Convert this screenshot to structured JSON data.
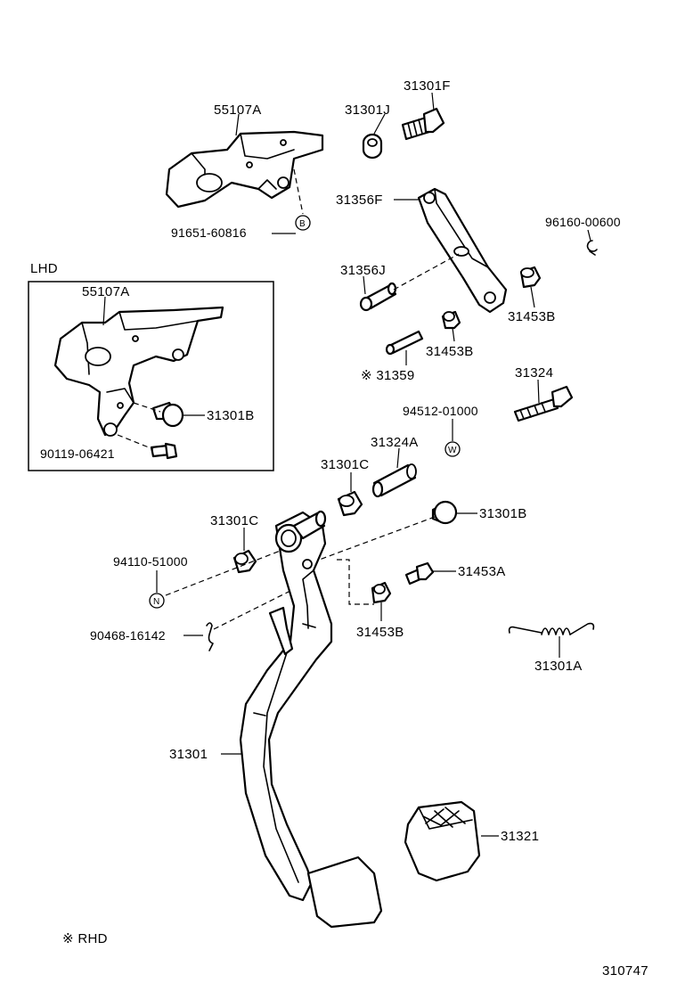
{
  "labels": {
    "p55107a_top": "55107A",
    "p31301j": "31301J",
    "p31301f": "31301F",
    "p91651": "91651-60816",
    "p31356f": "31356F",
    "p96160": "96160-00600",
    "p31356j": "31356J",
    "p31453b_a": "31453B",
    "p31453b_b": "31453B",
    "p31359": "※ 31359",
    "p31324": "31324",
    "p94512": "94512-01000",
    "p31324a": "31324A",
    "p31301c_a": "31301C",
    "p31301b_a": "31301B",
    "p31301c_b": "31301C",
    "p94110": "94110-51000",
    "p31453a": "31453A",
    "p90468": "90468-16142",
    "p31453b_c": "31453B",
    "p31301a": "31301A",
    "p31301": "31301",
    "p31321": "31321",
    "lhd_title": "LHD",
    "lhd_55107a": "55107A",
    "lhd_31301b": "31301B",
    "lhd_90119": "90119-06421",
    "rhd_note": "※  RHD",
    "figure_no": "310747"
  },
  "marks": {
    "b": "B",
    "w": "W",
    "n": "N"
  }
}
